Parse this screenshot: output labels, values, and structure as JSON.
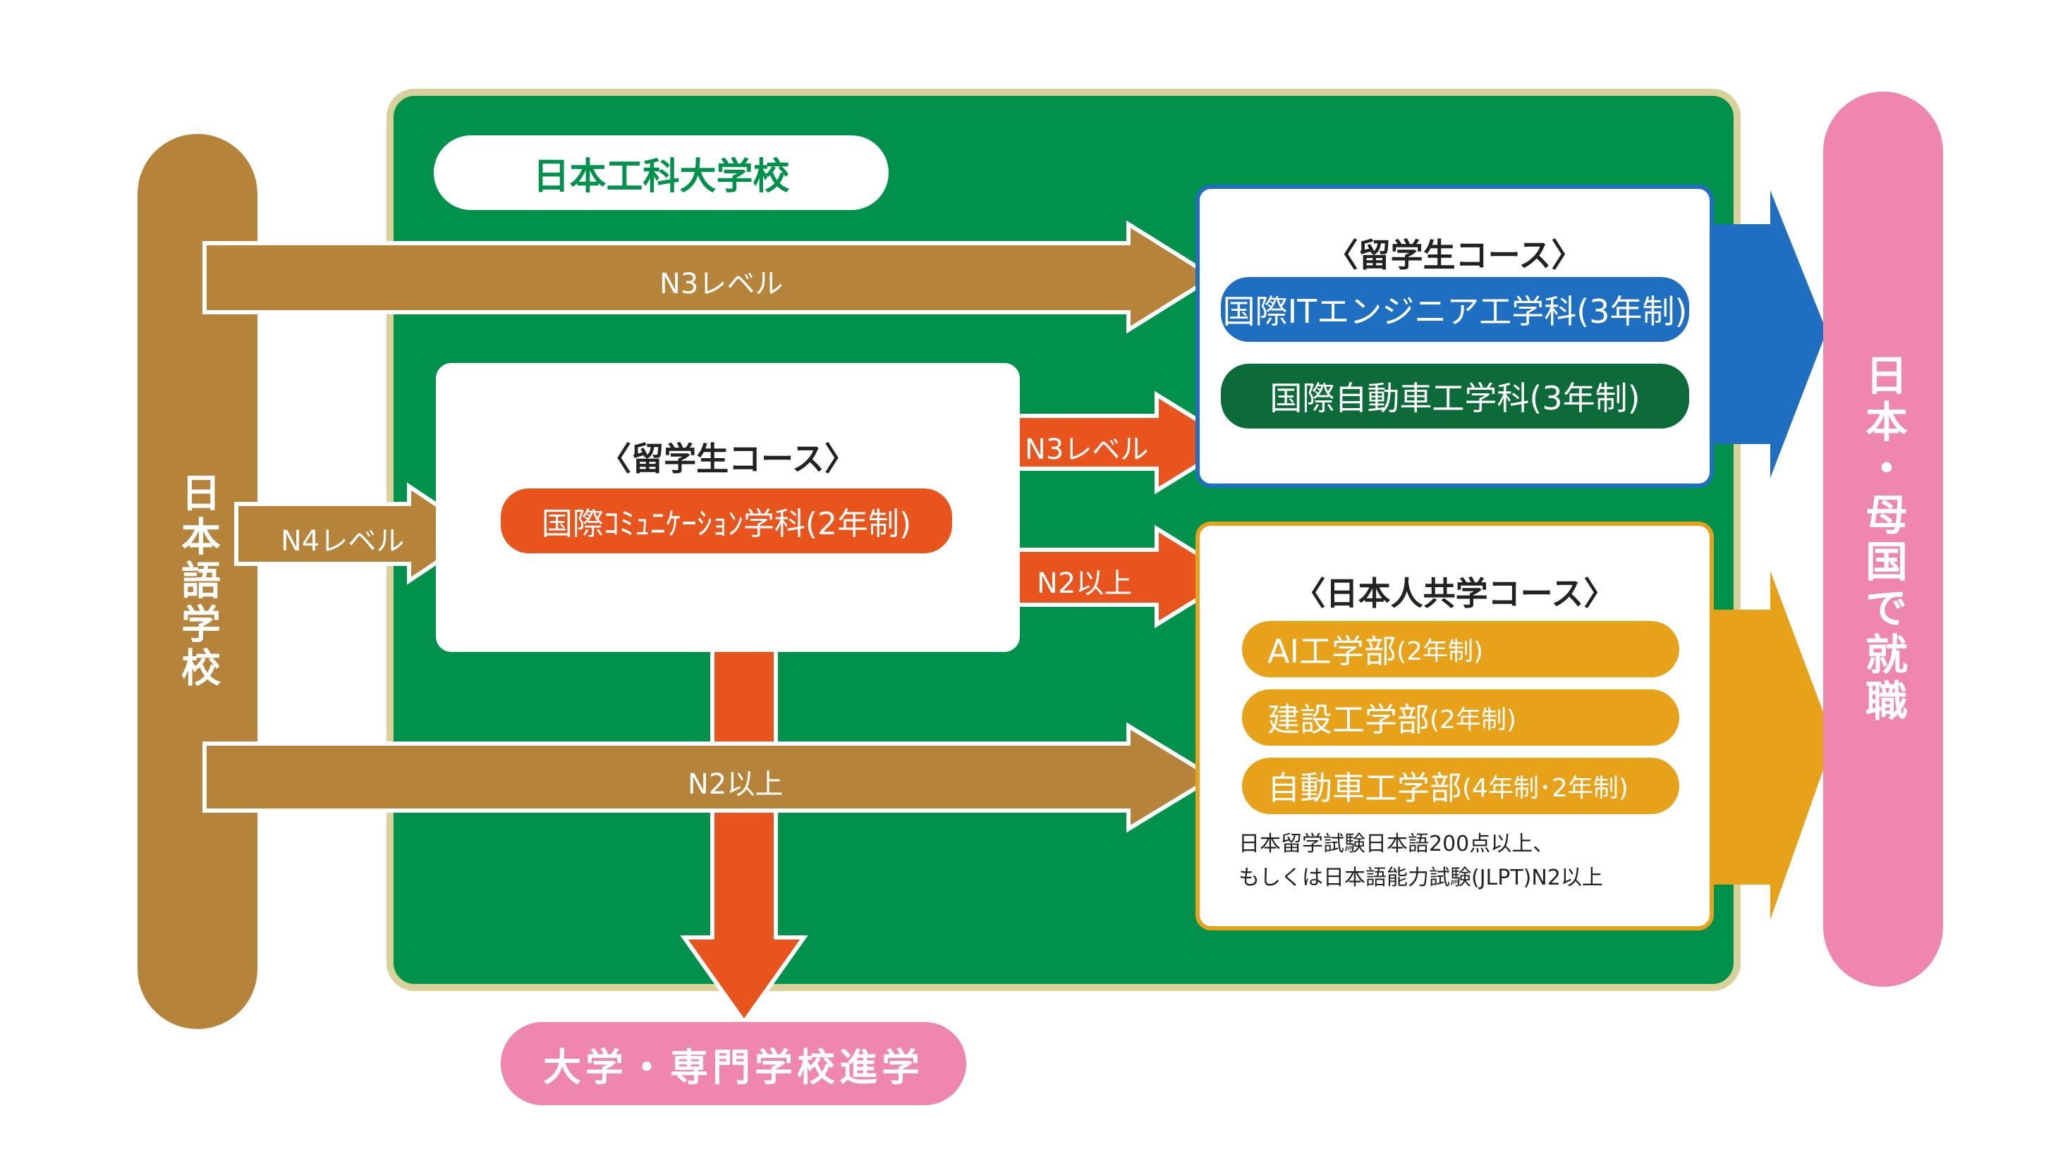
{
  "school_name": "日本工科大学校",
  "left_column": "日本語学校",
  "right_column": "日本・母国で就職",
  "bottom_destination": "大学・専門学校進学",
  "arrows": {
    "top_n3": "N3レベル",
    "n4": "N4レベル",
    "mid_n3": "N3レベル",
    "mid_n2": "N2以上",
    "bottom_n2": "N2以上"
  },
  "intl_course_top": {
    "title": "〈留学生コース〉",
    "programs": [
      {
        "label": "国際ITエンジニア工学科(3年制)",
        "color": "#1e6fc2"
      },
      {
        "label": "国際自動車工学科(3年制)",
        "color": "#0d6b3a"
      }
    ]
  },
  "intl_course_mid": {
    "title": "〈留学生コース〉",
    "program": "国際ｺﾐｭﾆｹｰｼｮﾝ学科(2年制)",
    "color": "#e8541c"
  },
  "joint_course": {
    "title": "〈日本人共学コース〉",
    "programs": [
      {
        "name": "AI工学部",
        "term": "(2年制)"
      },
      {
        "name": "建設工学部",
        "term": "(2年制)"
      },
      {
        "name": "自動車工学部",
        "term": "(4年制･2年制)"
      }
    ],
    "note_line1": "日本留学試験日本語200点以上、",
    "note_line2": "もしくは日本語能力試験(JLPT)N2以上",
    "color": "#e8a21a"
  },
  "colors": {
    "green": "#00914a",
    "brown": "#b5843a",
    "orange": "#e8541c",
    "blue": "#1e6fc2",
    "yellow": "#e8a21a",
    "pink": "#ee86ad"
  }
}
